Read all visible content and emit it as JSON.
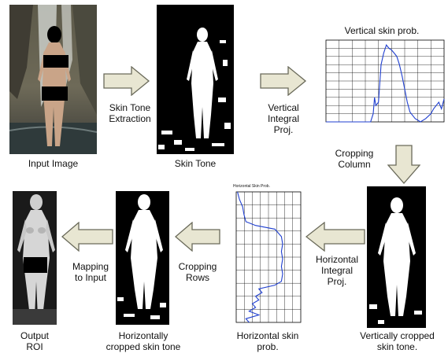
{
  "stages": {
    "input": {
      "caption": "Input Image"
    },
    "skin_tone": {
      "caption": "Skin Tone"
    },
    "vertical_plot": {
      "title": "Vertical skin prob."
    },
    "vertically_cropped": {
      "caption_line1": "Vertically cropped",
      "caption_line2": "skin tone."
    },
    "horizontal_plot": {
      "title": "Horizontal Skin Prob.",
      "caption_line1": "Horizontal skin",
      "caption_line2": "prob."
    },
    "horizontally_cropped": {
      "caption_line1": "Horizontally",
      "caption_line2": "cropped skin tone"
    },
    "output": {
      "caption_line1": "Output",
      "caption_line2": "ROI"
    }
  },
  "arrows": {
    "skin_tone_extraction": {
      "line1": "Skin Tone",
      "line2": "Extraction"
    },
    "vertical_integral": {
      "line1": "Vertical",
      "line2": "Integral",
      "line3": "Proj."
    },
    "cropping_column": {
      "line1": "Cropping",
      "line2": "Column"
    },
    "horizontal_integral": {
      "line1": "Horizontal",
      "line2": "Integral",
      "line3": "Proj."
    },
    "cropping_rows": {
      "line1": "Cropping",
      "line2": "Rows"
    },
    "mapping_to_input": {
      "line1": "Mapping",
      "line2": "to Input"
    }
  },
  "colors": {
    "arrow_fill": "#e8e6d2",
    "arrow_stroke": "#6a6a5a",
    "plot_line": "#1f3fd0",
    "censor": "#000000"
  },
  "chart_data": [
    {
      "type": "line",
      "title": "Vertical skin prob.",
      "xlim": [
        0,
        450
      ],
      "ylim": [
        0,
        0.5
      ],
      "grid": true,
      "x": [
        0,
        150,
        170,
        180,
        185,
        190,
        200,
        210,
        220,
        230,
        240,
        250,
        260,
        270,
        280,
        290,
        300,
        310,
        320,
        330,
        340,
        350,
        360,
        380,
        400,
        410,
        420,
        430,
        440,
        450
      ],
      "y": [
        0.0,
        0.0,
        0.0,
        0.05,
        0.15,
        0.1,
        0.12,
        0.35,
        0.42,
        0.47,
        0.45,
        0.44,
        0.42,
        0.4,
        0.35,
        0.28,
        0.2,
        0.12,
        0.06,
        0.04,
        0.02,
        0.01,
        0.0,
        0.02,
        0.05,
        0.08,
        0.1,
        0.12,
        0.08,
        0.14
      ]
    },
    {
      "type": "line",
      "title": "Horizontal Skin Prob.",
      "orientation": "vertical",
      "xlim": [
        0,
        1
      ],
      "grid": true,
      "y": [
        0,
        20,
        40,
        60,
        80,
        90,
        100,
        120,
        140,
        160,
        180,
        200,
        220,
        240,
        250,
        260,
        270,
        280,
        290,
        300,
        310,
        320,
        330,
        340,
        350
      ],
      "x": [
        0.02,
        0.05,
        0.1,
        0.12,
        0.15,
        0.3,
        0.6,
        0.7,
        0.72,
        0.7,
        0.72,
        0.7,
        0.72,
        0.7,
        0.6,
        0.35,
        0.4,
        0.3,
        0.35,
        0.25,
        0.3,
        0.2,
        0.35,
        0.15,
        0.2
      ]
    }
  ]
}
